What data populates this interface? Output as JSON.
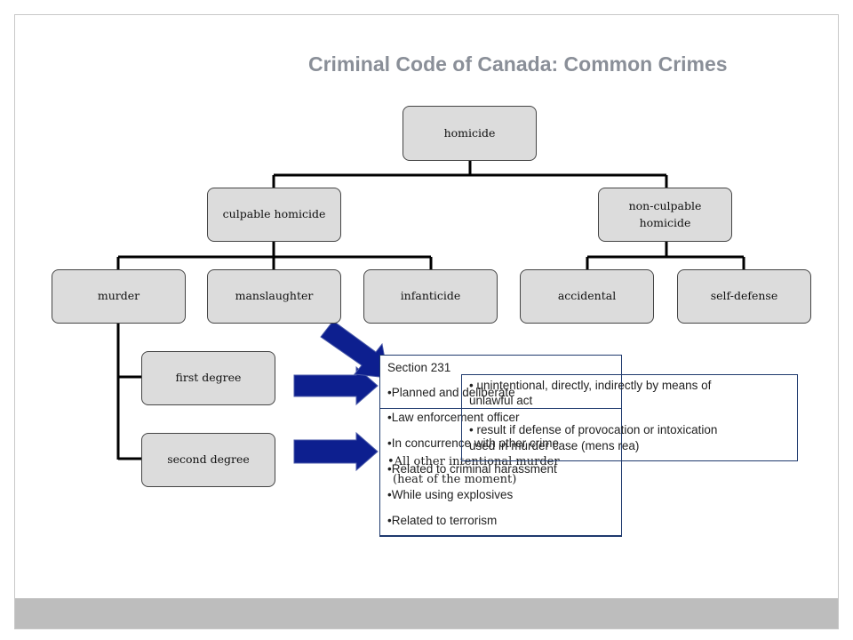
{
  "title": "Criminal Code of Canada: Common Crimes",
  "tree": {
    "root": "homicide",
    "culpable": "culpable homicide",
    "non_culpable": "non-culpable homicide",
    "murder": "murder",
    "manslaughter": "manslaughter",
    "infanticide": "infanticide",
    "accidental": "accidental",
    "self_defense": "self-defense",
    "first_degree": "first degree",
    "second_degree": "second degree"
  },
  "first_degree_box": {
    "lines": [
      "Section 231",
      "•Planned and deliberate",
      "•Law enforcement officer",
      "•In concurrence with other crime",
      "•Related to criminal harassment",
      "•While using explosives",
      "•Related to terrorism"
    ]
  },
  "second_degree_box": {
    "line1": "•All other intentional murder",
    "line2": "(heat of the moment)"
  },
  "manslaughter_box": {
    "item1_line1": "• unintentional, directly, indirectly by means of",
    "item1_line2": "unlawful act",
    "item2_line1": "• result if defense of provocation or intoxication",
    "item2_line2": "used in murder case (mens rea)"
  },
  "colors": {
    "node_fill": "#dcdcdc",
    "arrow": "#0d1f8f",
    "title": "#8a8f98",
    "footer": "#bdbdbd"
  }
}
